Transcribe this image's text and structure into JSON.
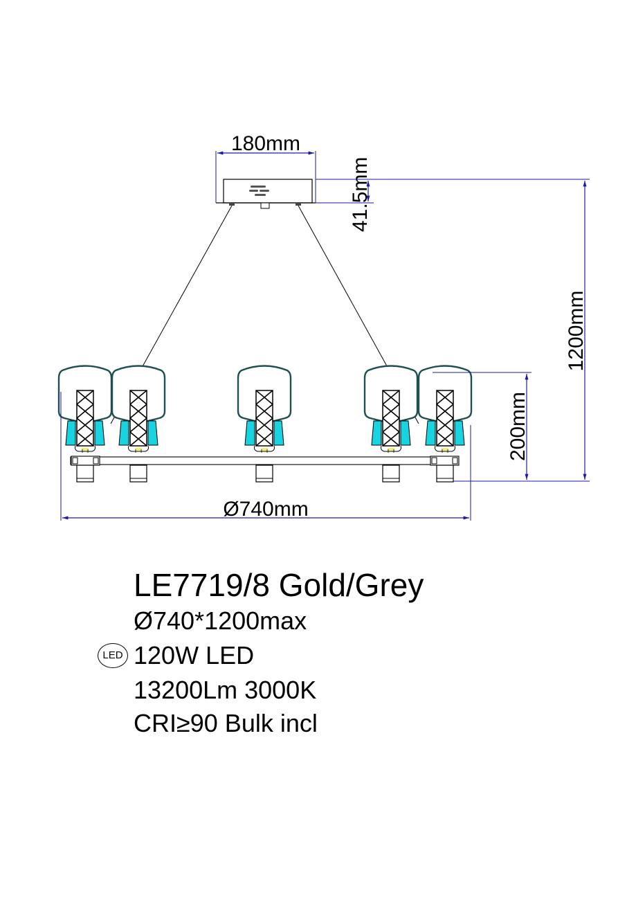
{
  "drawing": {
    "title": "Pendant lamp technical dimension drawing",
    "dimensions": {
      "canopy_width": "180mm",
      "canopy_height": "41.5mm",
      "total_height": "1200mm",
      "fixture_height": "200mm",
      "diameter": "Ø740mm"
    },
    "shade_count_visible": 5,
    "colors": {
      "dimension_line": "#1a1aa8",
      "shade_outline": "#1f4f52",
      "glass_accent": "#19d3e0",
      "led_dot": "#f2ec7a",
      "outline": "#000000"
    }
  },
  "specs": {
    "model": "LE7719/8 Gold/Grey",
    "size": "Ø740*1200max",
    "led_badge": "LED",
    "power": "120W LED",
    "lumen_cct": "13200Lm 3000K",
    "cri_bulb": "CRI≥90 Bulk incl"
  }
}
